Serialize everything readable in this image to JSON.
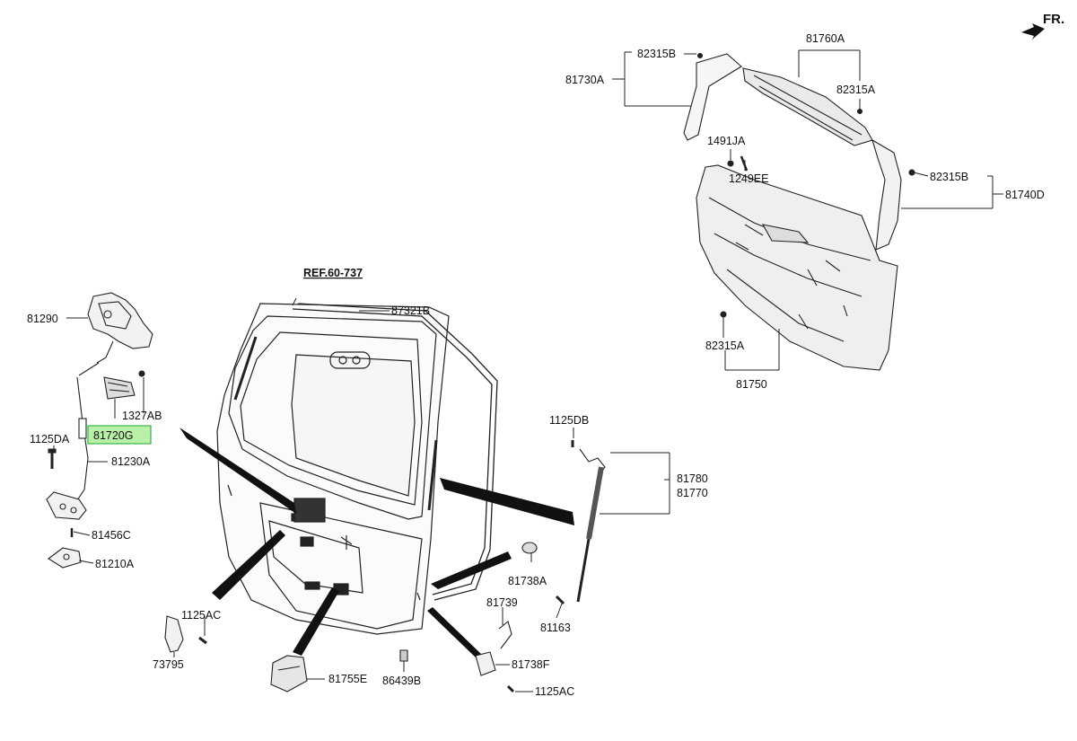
{
  "orientation": {
    "label": "FR."
  },
  "reference": {
    "label": "REF.60-737"
  },
  "labels": {
    "p81290": "81290",
    "p1327AB": "1327AB",
    "p81720G": "81720G",
    "p1125DA": "1125DA",
    "p81230A": "81230A",
    "p81456C": "81456C",
    "p81210A": "81210A",
    "p87321B": "87321B",
    "p1125DB": "1125DB",
    "p81780": "81780",
    "p81770": "81770",
    "p81738A": "81738A",
    "p81739": "81739",
    "p81163": "81163",
    "p81738F": "81738F",
    "p1125AC_r": "1125AC",
    "p1125AC_l": "1125AC",
    "p73795": "73795",
    "p81755E": "81755E",
    "p86439B": "86439B",
    "p82315B_t": "82315B",
    "p81730A": "81730A",
    "p81760A": "81760A",
    "p82315A_t": "82315A",
    "p1491JA": "1491JA",
    "p1249EE": "1249EE",
    "p82315B_r": "82315B",
    "p81740D": "81740D",
    "p82315A_b": "82315A",
    "p81750": "81750"
  },
  "highlighted_part": "81720G",
  "colors": {
    "highlight_fill": "#b8f0a8",
    "highlight_border": "#39b54a",
    "line": "#222222"
  }
}
